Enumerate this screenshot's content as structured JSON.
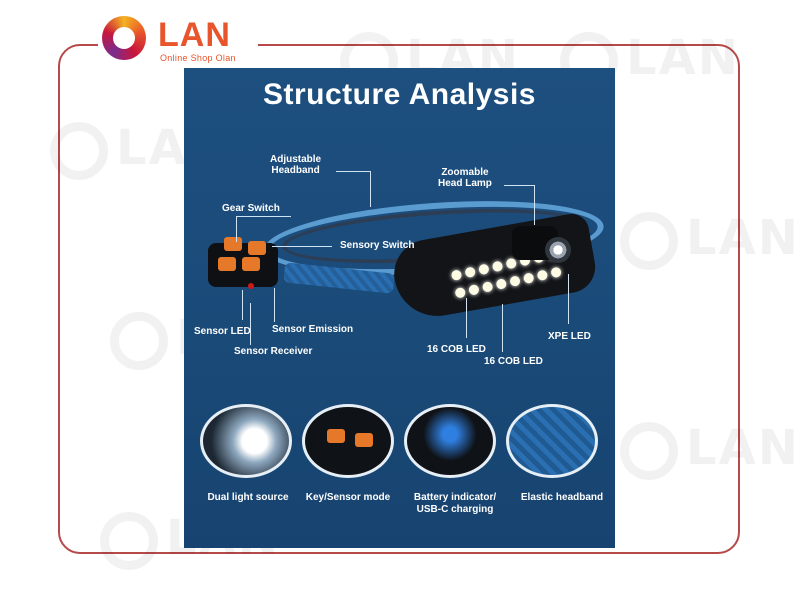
{
  "logo": {
    "name": "LAN",
    "tagline": "Online Shop Olan"
  },
  "watermark": {
    "text": "LAN"
  },
  "panel": {
    "title": "Structure Analysis",
    "labels": {
      "adjustable_headband": "Adjustable\nHeadband",
      "zoomable_head_lamp": "Zoomable\nHead Lamp",
      "gear_switch": "Gear Switch",
      "sensory_switch": "Sensory Switch",
      "sensor_led": "Sensor LED",
      "sensor_emission": "Sensor Emission",
      "sensor_receiver": "Sensor Receiver",
      "cob_led_1": "16 COB LED",
      "cob_led_2": "16 COB LED",
      "xpe_led": "XPE LED"
    },
    "features": [
      {
        "caption": "Dual light source"
      },
      {
        "caption": "Key/Sensor mode"
      },
      {
        "caption": "Battery indicator/\nUSB-C charging"
      },
      {
        "caption": "Elastic headband"
      }
    ]
  },
  "colors": {
    "frame": "#b64a4a",
    "brand": "#e8542b",
    "panel": "#1d4f7f",
    "accent": "#e6782a"
  }
}
